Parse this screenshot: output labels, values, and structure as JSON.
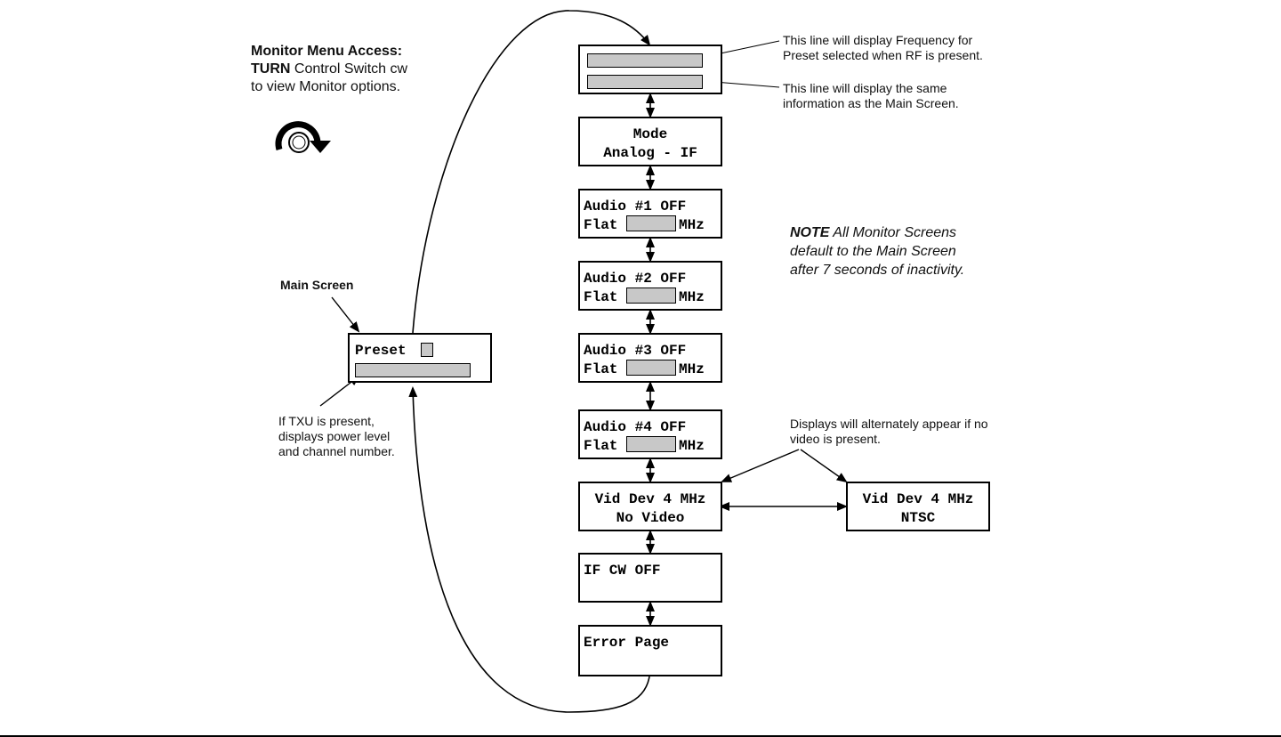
{
  "access": {
    "heading": "Monitor Menu Access:",
    "line2_bold": "TURN",
    "line2_rest": " Control Switch cw",
    "line3": "to view Monitor options."
  },
  "main_screen": {
    "label": "Main Screen",
    "preset_text": "Preset",
    "note_lines": [
      "If TXU is present,",
      "displays power level",
      "and channel number."
    ]
  },
  "callouts": {
    "line1": [
      "This line will display Frequency for",
      "Preset selected when RF is present."
    ],
    "line2": [
      "This line will display the same",
      "information as the Main Screen."
    ],
    "alternate": [
      "Displays will alternately appear if no",
      "video is present."
    ]
  },
  "note": {
    "bold": "NOTE",
    "line1_rest": "  All Monitor Screens",
    "line2": "default to the Main Screen",
    "line3": "after 7 seconds of inactivity."
  },
  "screens": {
    "mode": [
      "Mode",
      "Analog - IF"
    ],
    "audio1": [
      "Audio #1 OFF",
      "Flat",
      "MHz"
    ],
    "audio2": [
      "Audio #2 OFF",
      "Flat",
      "MHz"
    ],
    "audio3": [
      "Audio #3 OFF",
      "Flat",
      "MHz"
    ],
    "audio4": [
      "Audio #4 OFF",
      "Flat",
      "MHz"
    ],
    "vid_no_video": [
      "Vid Dev 4 MHz",
      "No Video"
    ],
    "vid_ntsc": [
      "Vid Dev 4 MHz",
      "NTSC"
    ],
    "if_cw": [
      "IF CW OFF"
    ],
    "error": [
      "Error Page"
    ]
  }
}
